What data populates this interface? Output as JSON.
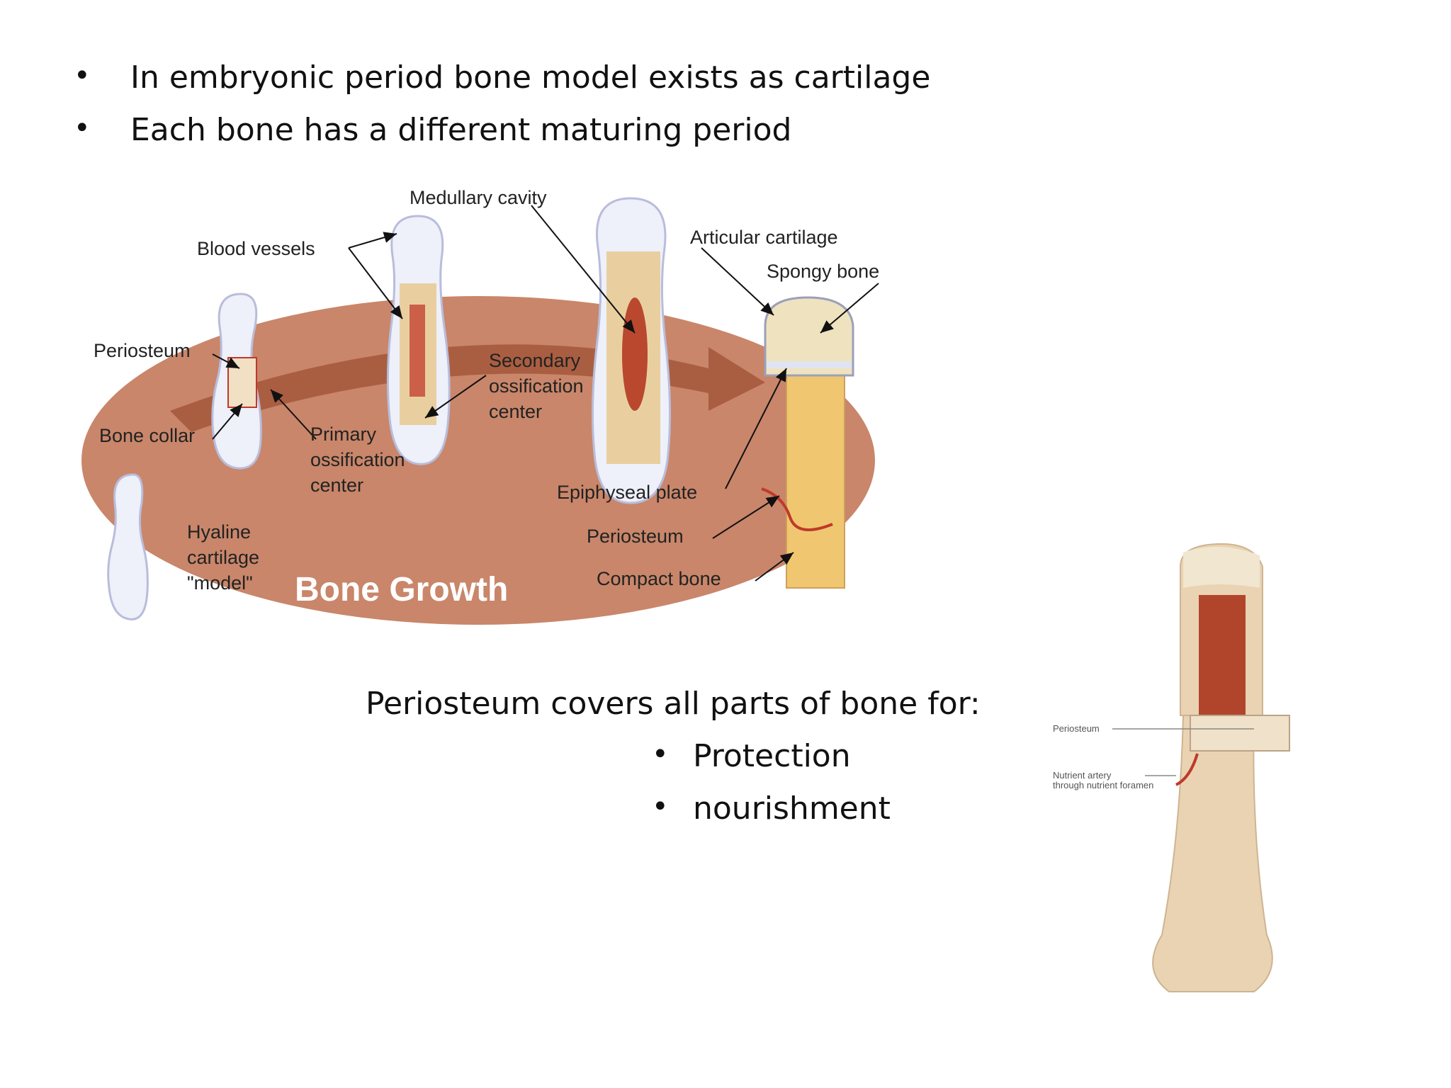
{
  "bullets": [
    "In embryonic period bone model exists as cartilage",
    "Each bone has a different maturing period"
  ],
  "bullet_symbol": "•",
  "bone_growth_figure": {
    "title": "Bone Growth",
    "labels": {
      "medullary_cavity": "Medullary cavity",
      "blood_vessels": "Blood vessels",
      "articular_cartilage": "Articular cartilage",
      "spongy_bone": "Spongy bone",
      "periosteum_left": "Periosteum",
      "bone_collar": "Bone collar",
      "secondary_1": "Secondary",
      "secondary_2": "ossification",
      "secondary_3": "center",
      "primary_1": "Primary",
      "primary_2": "ossification",
      "primary_3": "center",
      "epiphyseal_plate": "Epiphyseal plate",
      "periosteum_right": "Periosteum",
      "compact_bone": "Compact bone",
      "hyaline_1": "Hyaline",
      "hyaline_2": "cartilage",
      "hyaline_3": "\"model\""
    }
  },
  "periosteum_section": {
    "heading": "Periosteum covers all parts of bone for:",
    "items": [
      "Protection",
      "nourishment"
    ]
  },
  "long_bone_figure": {
    "label_periosteum": "Periosteum",
    "label_nutrient_1": "Nutrient artery",
    "label_nutrient_2": "through nutrient foramen"
  },
  "colors": {
    "ellipse": "#c9866a",
    "arrow": "#a5573a",
    "blood_vessel": "#c0392b",
    "bone_shaft": "#e9d3b3",
    "cartilage": "#eef0fa"
  }
}
